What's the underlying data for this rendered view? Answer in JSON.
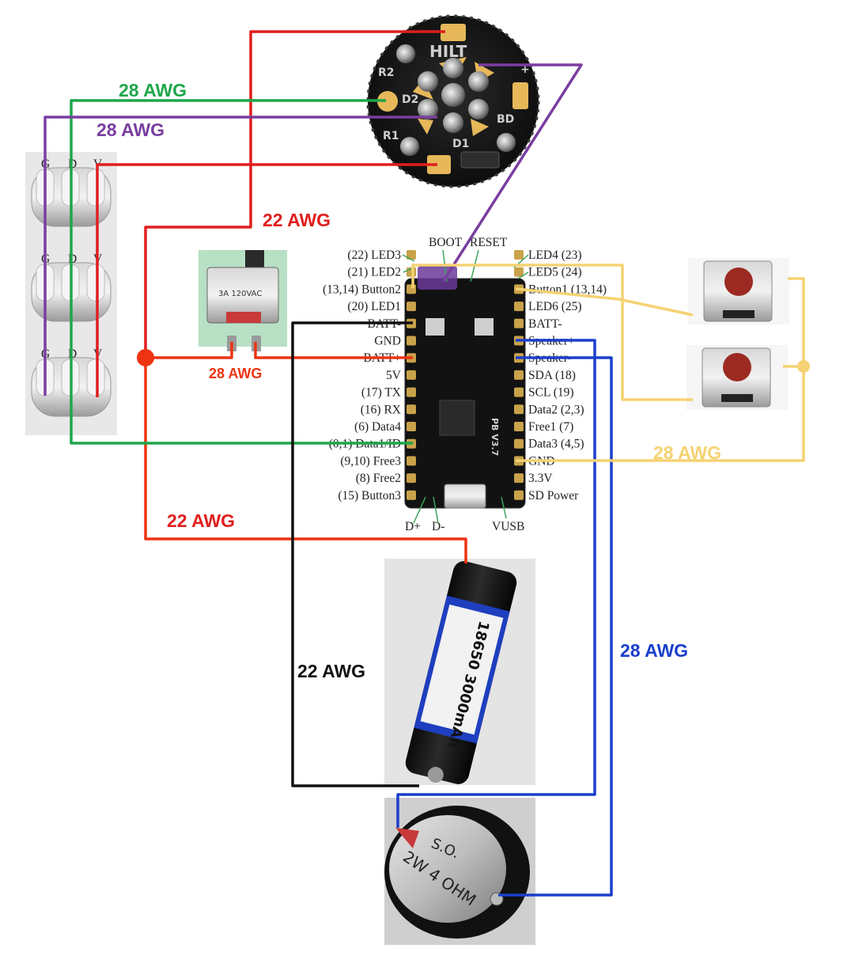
{
  "labels": {
    "awg28_green": "28 AWG",
    "awg28_purple": "28 AWG",
    "awg22_red_top": "22 AWG",
    "awg28_switch": "28 AWG",
    "awg22_red_bottom": "22 AWG",
    "awg22_black": "22 AWG",
    "awg28_blue": "28 AWG",
    "awg28_yellow": "28 AWG"
  },
  "board": {
    "top_labels": [
      "BOOT",
      "RESET"
    ],
    "left_pins": [
      "(22) LED3",
      "(21) LED2",
      "(13,14) Button2",
      "(20) LED1",
      "BATT-",
      "GND",
      "BATT+",
      "5V",
      "(17) TX",
      "(16) RX",
      "(6) Data4",
      "(0,1) Data1/ID",
      "(9,10) Free3",
      "(8) Free2",
      "(15) Button3"
    ],
    "right_pins": [
      "LED4 (23)",
      "LED5 (24)",
      "Button1 (13,14)",
      "LED6 (25)",
      "BATT-",
      "Speaker+",
      "Speaker-",
      "SDA (18)",
      "SCL (19)",
      "Data2 (2,3)",
      "Free1 (7)",
      "Data3 (4,5)",
      "GND",
      "3.3V",
      "SD Power"
    ],
    "bottom_labels": [
      "D+",
      "D-",
      "VUSB"
    ],
    "silkscreen": "PB V3.7"
  },
  "hilt_pcb": {
    "title": "HILT",
    "silk": [
      "R2",
      "D2",
      "R1",
      "D1",
      "BD",
      "+"
    ]
  },
  "led_connectors": {
    "pin_labels": [
      "G",
      "D",
      "V"
    ]
  },
  "switch": {
    "marking": "3A 120VAC"
  },
  "battery": {
    "text": "18650 3000mAh"
  },
  "speaker": {
    "text": [
      "S.O.",
      "2W 4 OHM"
    ]
  },
  "colors": {
    "red_wire": "#e01e1e",
    "orange_red_wire": "#ee3311",
    "green_wire": "#1fa64a",
    "purple_wire": "#7a3ea0",
    "black_wire": "#111111",
    "blue_wire": "#1a3fcc",
    "yellow_wire": "#f5d272"
  }
}
